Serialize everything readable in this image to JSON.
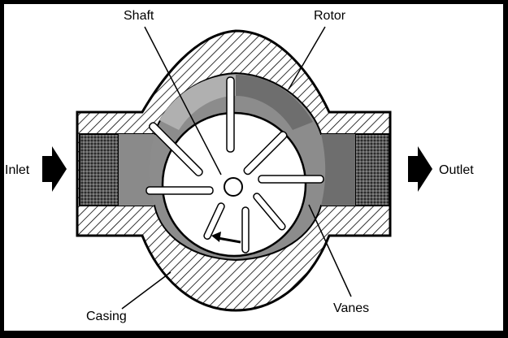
{
  "labels": {
    "shaft": "Shaft",
    "rotor": "Rotor",
    "inlet": "Inlet",
    "outlet": "Outlet",
    "casing": "Casing",
    "vanes": "Vanes"
  },
  "colors": {
    "frame": "#000000",
    "background": "#ffffff",
    "hatch": "#000000",
    "chamber_light": "#a9a9a9",
    "chamber_mid": "#8c8c8c",
    "chamber_dark": "#6e6e6e",
    "port": "#555555",
    "rotor": "#ffffff"
  }
}
